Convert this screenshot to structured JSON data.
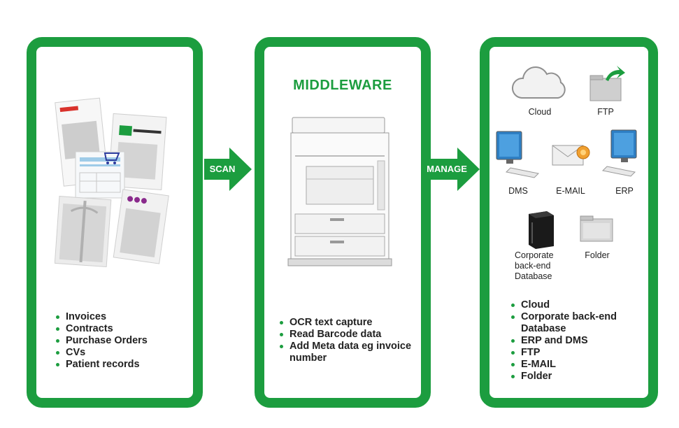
{
  "panels": {
    "left": {
      "bullets": [
        "Invoices",
        "Contracts",
        "Purchase Orders",
        "CVs",
        "Patient records"
      ]
    },
    "middle": {
      "title": "MIDDLEWARE",
      "bullets": [
        "OCR text capture",
        "Read Barcode data",
        "Add Meta data eg invoice number"
      ]
    },
    "right": {
      "icons": {
        "cloud": "Cloud",
        "ftp": "FTP",
        "dms": "DMS",
        "email": "E-MAIL",
        "erp": "ERP",
        "database": "Corporate back-end Database",
        "folder": "Folder"
      },
      "bullets": [
        "Cloud",
        "Corporate back-end Database",
        "ERP and DMS",
        "FTP",
        "E-MAIL",
        "Folder"
      ]
    }
  },
  "arrows": {
    "scan": "SCAN",
    "manage": "MANAGE"
  },
  "colors": {
    "accent": "#1c9d3f"
  }
}
